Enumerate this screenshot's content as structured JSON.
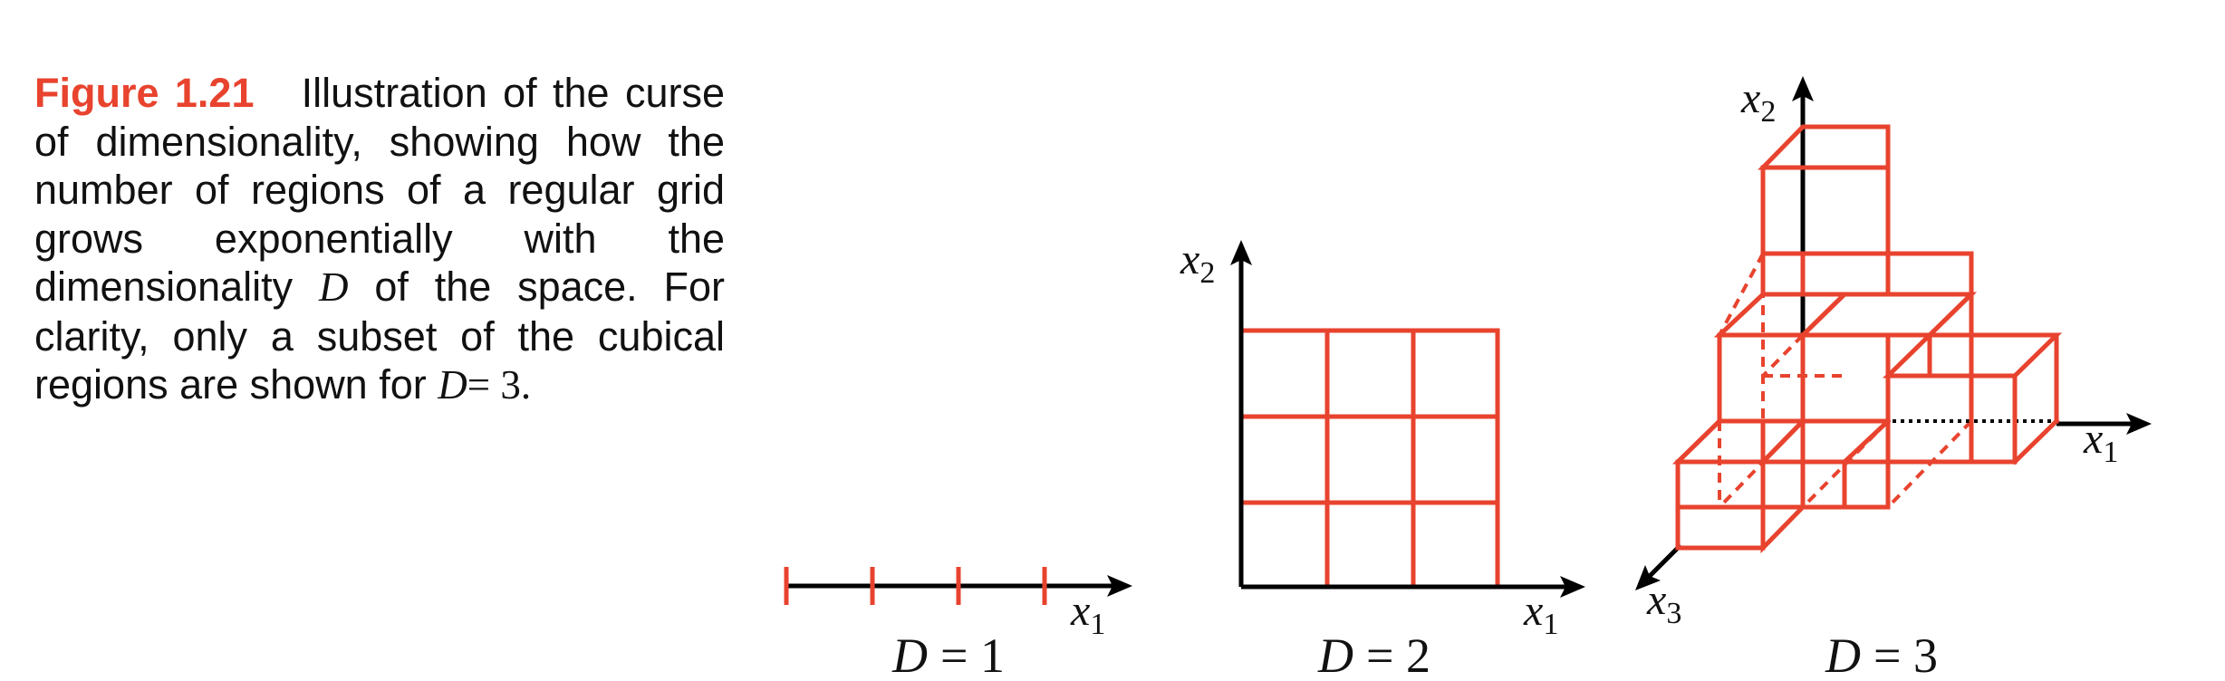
{
  "caption": {
    "figure_label": "Figure 1.21",
    "text_part1": "Illustration of the curse of dimensionality, showing how the number of regions of a regular grid grows exponentially with the dimensionality",
    "var_D": "D",
    "text_part2": "of the space. For clarity, only a subset of the cubical regions are shown for",
    "eq_D": "D",
    "eq_value": "= 3."
  },
  "panels": {
    "d1": {
      "axis_x": "x",
      "axis_x_sub": "1",
      "dim_var": "D",
      "dim_value": "= 1"
    },
    "d2": {
      "axis_x": "x",
      "axis_x_sub": "1",
      "axis_y": "x",
      "axis_y_sub": "2",
      "dim_var": "D",
      "dim_value": "= 2"
    },
    "d3": {
      "axis_x": "x",
      "axis_x_sub": "1",
      "axis_y": "x",
      "axis_y_sub": "2",
      "axis_z": "x",
      "axis_z_sub": "3",
      "dim_var": "D",
      "dim_value": "= 3"
    }
  },
  "colors": {
    "grid": "#e8432e",
    "axis": "#000000",
    "label_red": "#e8432e"
  }
}
